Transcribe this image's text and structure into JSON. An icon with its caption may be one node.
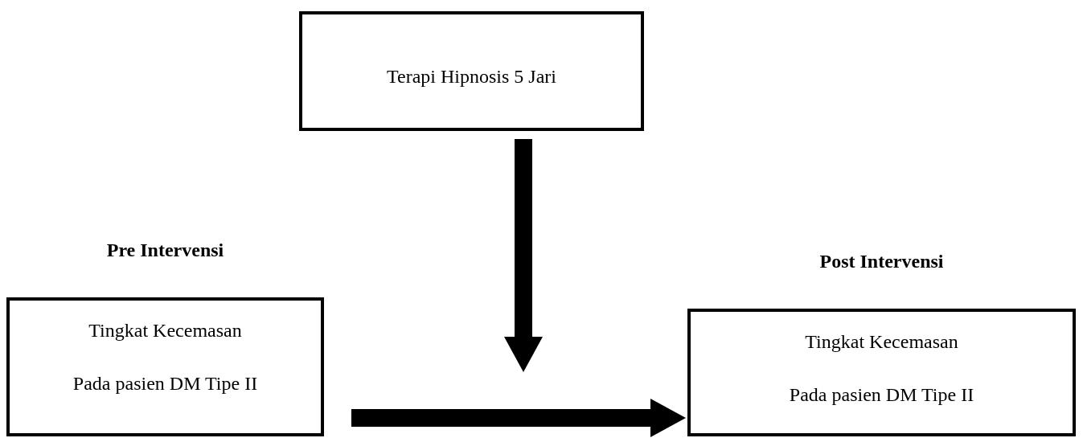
{
  "diagram": {
    "nodes": [
      {
        "text": [
          "Terapi Hipnosis 5 Jari"
        ]
      },
      {
        "text": [
          "Pre Intervensi",
          "Tingkat Kecemasan Pada pasien DM Tipe II"
        ]
      },
      {
        "text": [
          "Post Intervensi",
          "Tingkat Kecemasan Pada pasien DM Tipe II"
        ]
      }
    ],
    "edges": [
      {
        "from": 0,
        "to": null,
        "arrow": "to"
      },
      {
        "from": 1,
        "to": 2,
        "arrow": "to"
      }
    ]
  }
}
